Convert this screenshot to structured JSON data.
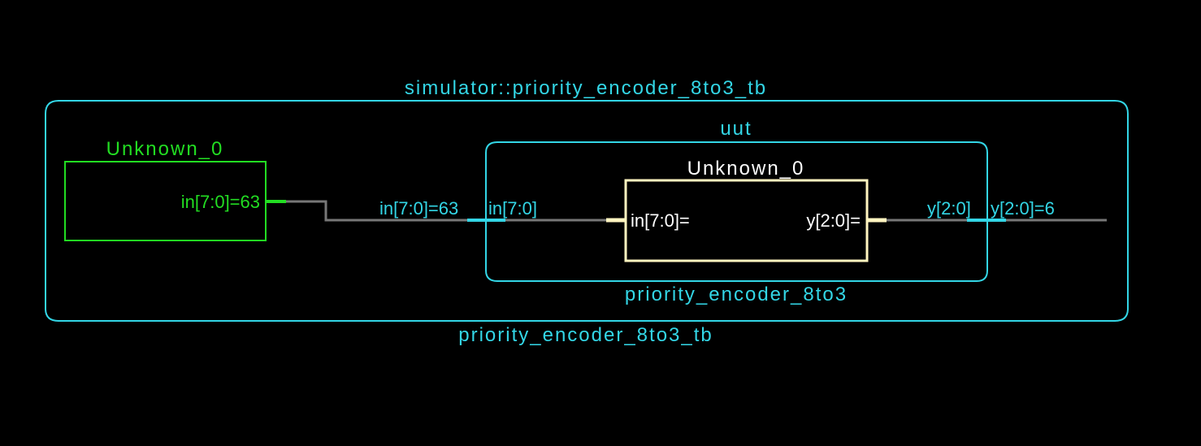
{
  "colors": {
    "background": "#000000",
    "hierarchy_border": "#33d6e6",
    "stimulus_block": "#22dd22",
    "module_block": "#fff5c0",
    "wire": "#777777"
  },
  "testbench": {
    "instance_label": "simulator::priority_encoder_8to3_tb",
    "module_label": "priority_encoder_8to3_tb"
  },
  "stimulus": {
    "name": "Unknown_0",
    "port_label": "in[7:0]=63"
  },
  "uut": {
    "instance_label": "uut",
    "module_label": "priority_encoder_8to3",
    "input_net_label": "in[7:0]=63",
    "input_port_label": "in[7:0]",
    "output_port_label": "y[2:0]",
    "output_net_label": "y[2:0]=6"
  },
  "encoder": {
    "name": "Unknown_0",
    "input_port": "in[7:0]=",
    "output_port": "y[2:0]="
  }
}
